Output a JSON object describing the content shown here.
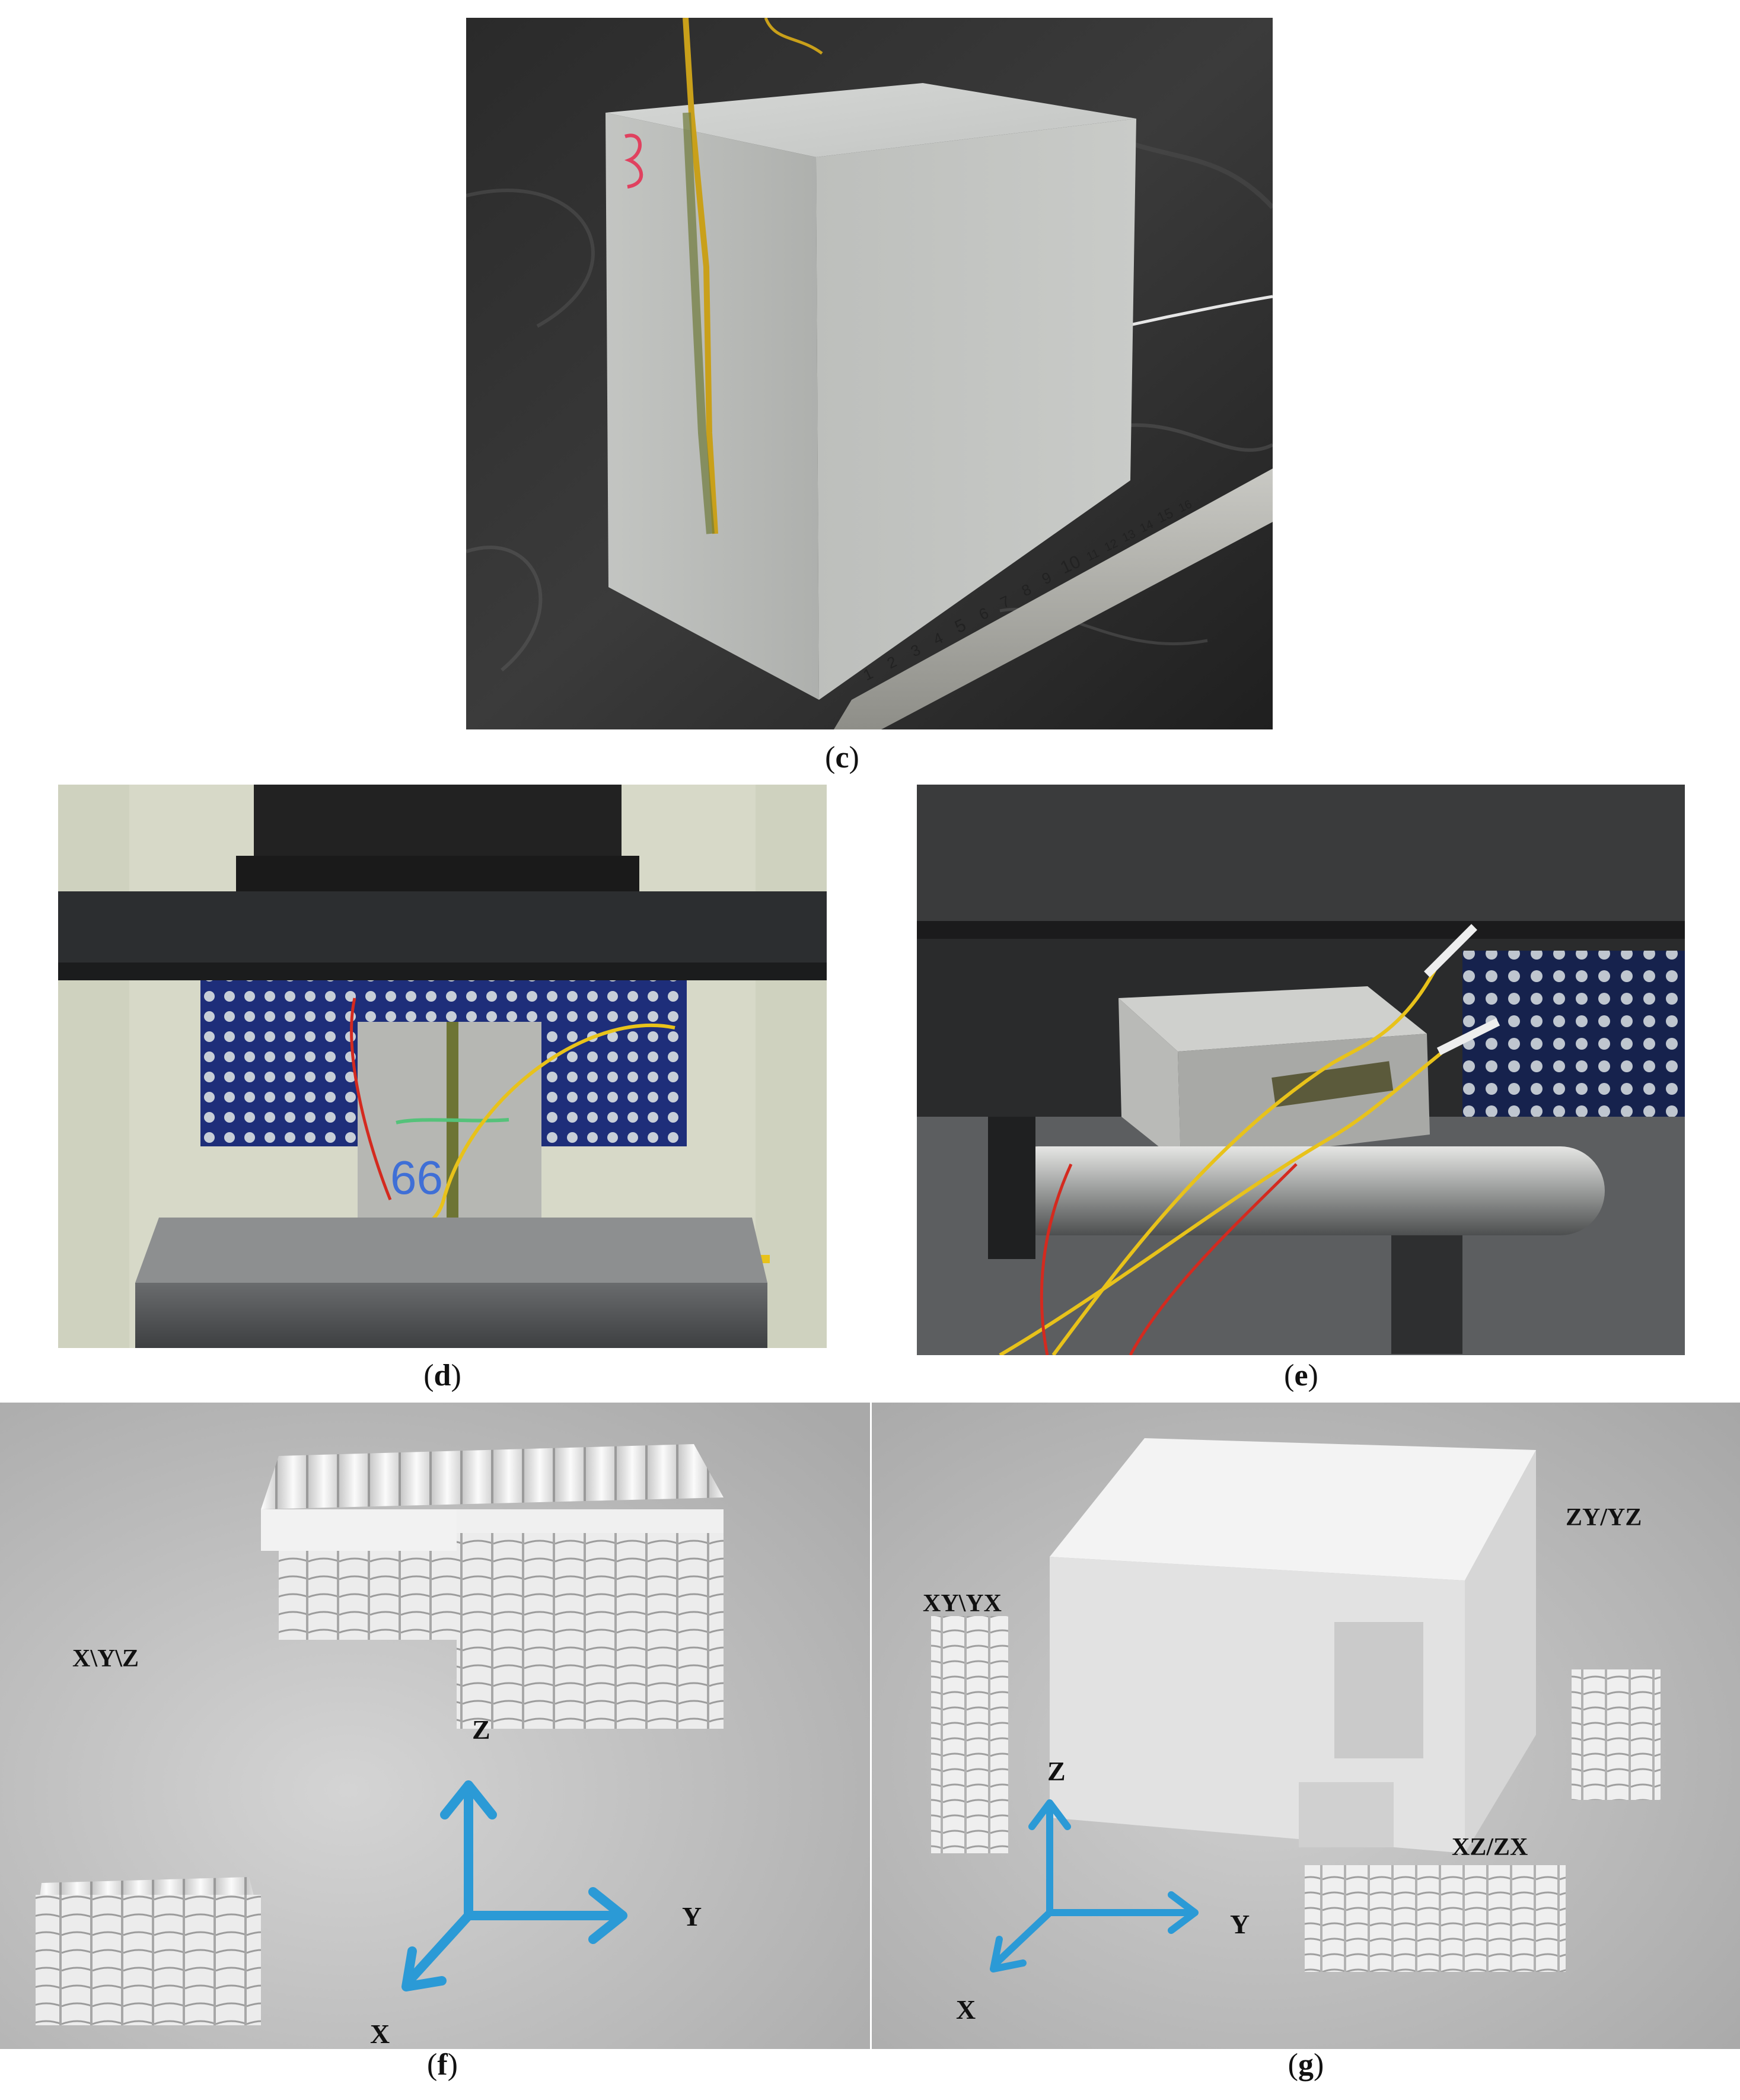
{
  "panels": {
    "c": {
      "caption_open": "(",
      "caption_letter": "c",
      "caption_close": ")"
    },
    "d": {
      "caption_open": "(",
      "caption_letter": "d",
      "caption_close": ")"
    },
    "e": {
      "caption_open": "(",
      "caption_letter": "e",
      "caption_close": ")"
    },
    "f": {
      "caption_open": "(",
      "caption_letter": "f",
      "caption_close": ")",
      "specimen_label": "X\\Y\\Z",
      "axes": {
        "z": "Z",
        "y": "Y",
        "x": "X"
      }
    },
    "g": {
      "caption_open": "(",
      "caption_letter": "g",
      "caption_close": ")",
      "label_xy": "XY\\YX",
      "label_zy": "ZY/YZ",
      "label_xz": "XZ/ZX",
      "axes": {
        "z": "Z",
        "y": "Y",
        "x": "X"
      }
    }
  },
  "ruler_numbers": [
    "1",
    "2",
    "3",
    "4",
    "5",
    "6",
    "7",
    "8",
    "9",
    "10",
    "11",
    "12",
    "13",
    "14",
    "15",
    "16"
  ],
  "colors": {
    "axis_arrow": "#2b9ad6",
    "specimen_gray": "#b8b9b6",
    "render_bg": "#bfbfbf",
    "wire_yellow": "#e8c21a",
    "wire_red": "#d42a1f"
  }
}
